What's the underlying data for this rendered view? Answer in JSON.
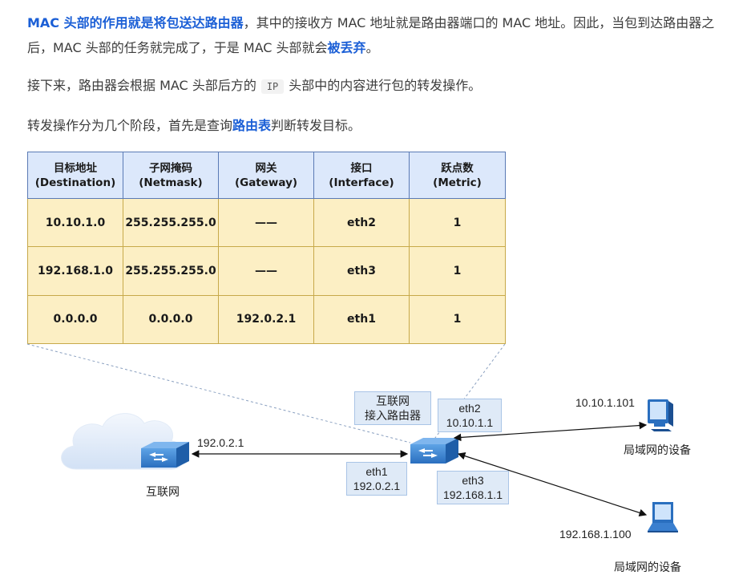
{
  "paragraphs": {
    "p1": {
      "hl1": "MAC 头部的作用就是将包送达路由器",
      "t1": "，其中的接收方 MAC 地址就是路由器端口的 MAC 地址。因此，当包到达路由器之后，MAC 头部的任务就完成了，于是 MAC 头部就会",
      "hl2": "被丢弃",
      "t2": "。"
    },
    "p2": {
      "t1": "接下来，路由器会根据 MAC 头部后方的",
      "code": "IP",
      "t2": "头部中的内容进行包的转发操作。"
    },
    "p3": {
      "t1": "转发操作分为几个阶段，首先是查询",
      "hl": "路由表",
      "t2": "判断转发目标。"
    }
  },
  "route_table": {
    "headers": [
      {
        "zh": "目标地址",
        "en": "(Destination)"
      },
      {
        "zh": "子网掩码",
        "en": "(Netmask)"
      },
      {
        "zh": "网关",
        "en": "(Gateway)"
      },
      {
        "zh": "接口",
        "en": "(Interface)"
      },
      {
        "zh": "跃点数",
        "en": "(Metric)"
      }
    ],
    "rows": [
      [
        "10.10.1.0",
        "255.255.255.0",
        "——",
        "eth2",
        "1"
      ],
      [
        "192.168.1.0",
        "255.255.255.0",
        "——",
        "eth3",
        "1"
      ],
      [
        "0.0.0.0",
        "0.0.0.0",
        "192.0.2.1",
        "eth1",
        "1"
      ]
    ],
    "colors": {
      "header_bg": "#dce8fb",
      "row_bg": "#fcefc4",
      "header_border": "#5a7ab5",
      "row_border": "#c7a94a"
    }
  },
  "network": {
    "internet_label": "互联网",
    "internet_router_ip": "192.0.2.1",
    "router_box": {
      "line1": "互联网",
      "line2": "接入路由器"
    },
    "eth2_box": {
      "line1": "eth2",
      "line2": "10.10.1.1"
    },
    "eth1_box": {
      "line1": "eth1",
      "line2": "192.0.2.1"
    },
    "eth3_box": {
      "line1": "eth3",
      "line2": "192.168.1.1"
    },
    "pc1_ip": "10.10.1.101",
    "pc1_label": "局域网的设备",
    "pc2_ip": "192.168.1.100",
    "pc2_label": "局域网的设备",
    "icons": [
      "cloud-icon",
      "router-icon",
      "desktop-monitor-icon",
      "laptop-icon"
    ]
  }
}
